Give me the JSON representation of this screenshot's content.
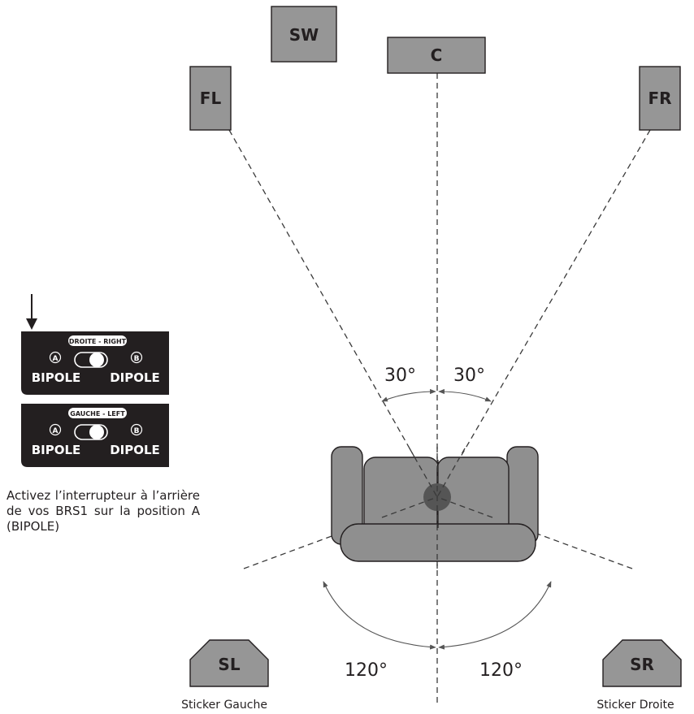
{
  "speakers": {
    "sw": "SW",
    "c": "C",
    "fl": "FL",
    "fr": "FR",
    "sl": "SL",
    "sr": "SR"
  },
  "angles": {
    "front_left": "30°",
    "front_right": "30°",
    "rear_left": "120°",
    "rear_right": "120°"
  },
  "captions": {
    "sticker_left": "Sticker Gauche",
    "sticker_right": "Sticker Droite"
  },
  "switches": [
    {
      "header": "DROITE - RIGHT",
      "pos_a": "A",
      "pos_b": "B",
      "label_a": "BIPOLE",
      "label_b": "DIPOLE"
    },
    {
      "header": "GAUCHE - LEFT",
      "pos_a": "A",
      "pos_b": "B",
      "label_a": "BIPOLE",
      "label_b": "DIPOLE"
    }
  ],
  "instruction": "Activez l’interrupteur à l’arrière de vos BRS1 sur la position A (BIPOLE)",
  "colors": {
    "speaker_fill": "#969696",
    "sofa_fill": "#8f8f8f",
    "listener": "#555555",
    "switch_panel": "#231f20"
  }
}
